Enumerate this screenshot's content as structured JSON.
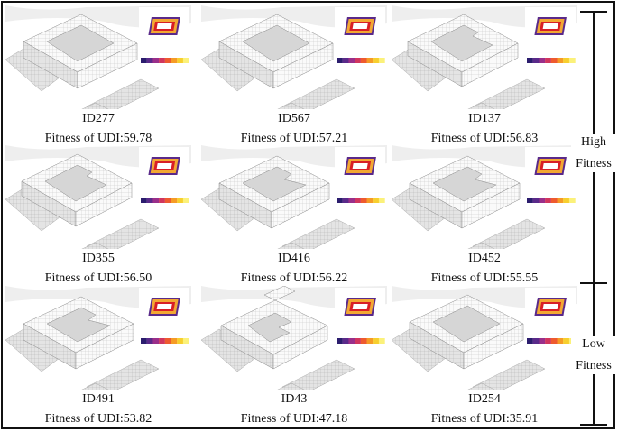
{
  "cells": [
    {
      "id": "ID277",
      "fitness": "Fitness of UDI:59.78",
      "shape": "rect"
    },
    {
      "id": "ID567",
      "fitness": "Fitness of UDI:57.21",
      "shape": "rect"
    },
    {
      "id": "ID137",
      "fitness": "Fitness of UDI:56.83",
      "shape": "notch"
    },
    {
      "id": "ID355",
      "fitness": "Fitness of UDI:56.50",
      "shape": "notch"
    },
    {
      "id": "ID416",
      "fitness": "Fitness of UDI:56.22",
      "shape": "step"
    },
    {
      "id": "ID452",
      "fitness": "Fitness of UDI:55.55",
      "shape": "offset"
    },
    {
      "id": "ID491",
      "fitness": "Fitness of UDI:53.82",
      "shape": "step"
    },
    {
      "id": "ID43",
      "fitness": "Fitness of UDI:47.18",
      "shape": "complex"
    },
    {
      "id": "ID254",
      "fitness": "Fitness of UDI:35.91",
      "shape": "rect"
    }
  ],
  "scale": {
    "high_line1": "High",
    "high_line2": "Fitness",
    "low_line1": "Low",
    "low_line2": "Fitness"
  },
  "colors": {
    "heat_outer": "#f2a833",
    "heat_inner": "#d81f26",
    "heat_dark": "#5a2a8a",
    "legend": [
      "#2b1d6e",
      "#5a2a8a",
      "#9a2f8a",
      "#d0365e",
      "#ee5a2f",
      "#f59b26",
      "#f7cf2e",
      "#fbf17a"
    ]
  }
}
